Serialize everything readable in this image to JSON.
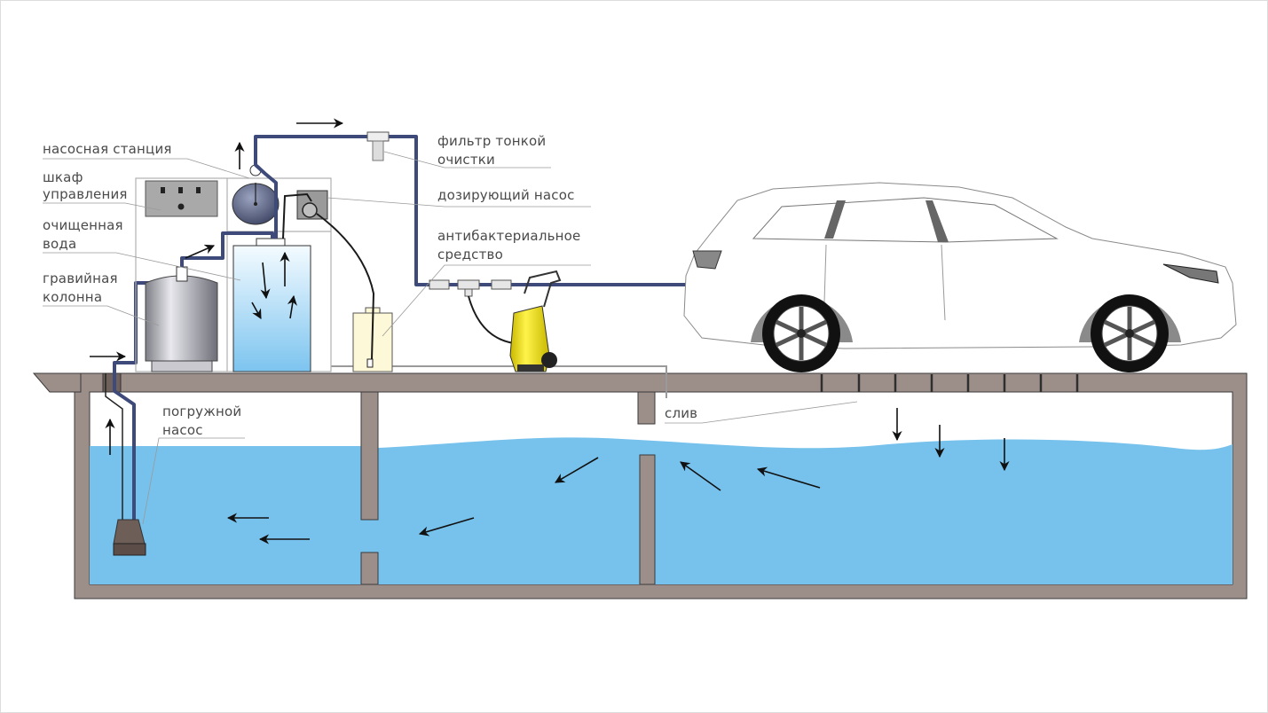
{
  "labels": {
    "pump_station": "насосная станция",
    "control_cabinet_1": "шкаф",
    "control_cabinet_2": "управления",
    "clean_water_1": "очищенная",
    "clean_water_2": "вода",
    "gravel_column_1": "гравийная",
    "gravel_column_2": "колонна",
    "fine_filter_1": "фильтр тонкой",
    "fine_filter_2": "очистки",
    "dosing_pump": "дозирующий насос",
    "antibacterial_1": "антибактериальное",
    "antibacterial_2": "средство",
    "submersible_pump_1": "погружной",
    "submersible_pump_2": "насос",
    "drain": "слив"
  },
  "colors": {
    "water": "#77c2ec",
    "concrete": "#9c8e89",
    "pipe": "#3d4a7a",
    "washer": "#f2e21a"
  }
}
